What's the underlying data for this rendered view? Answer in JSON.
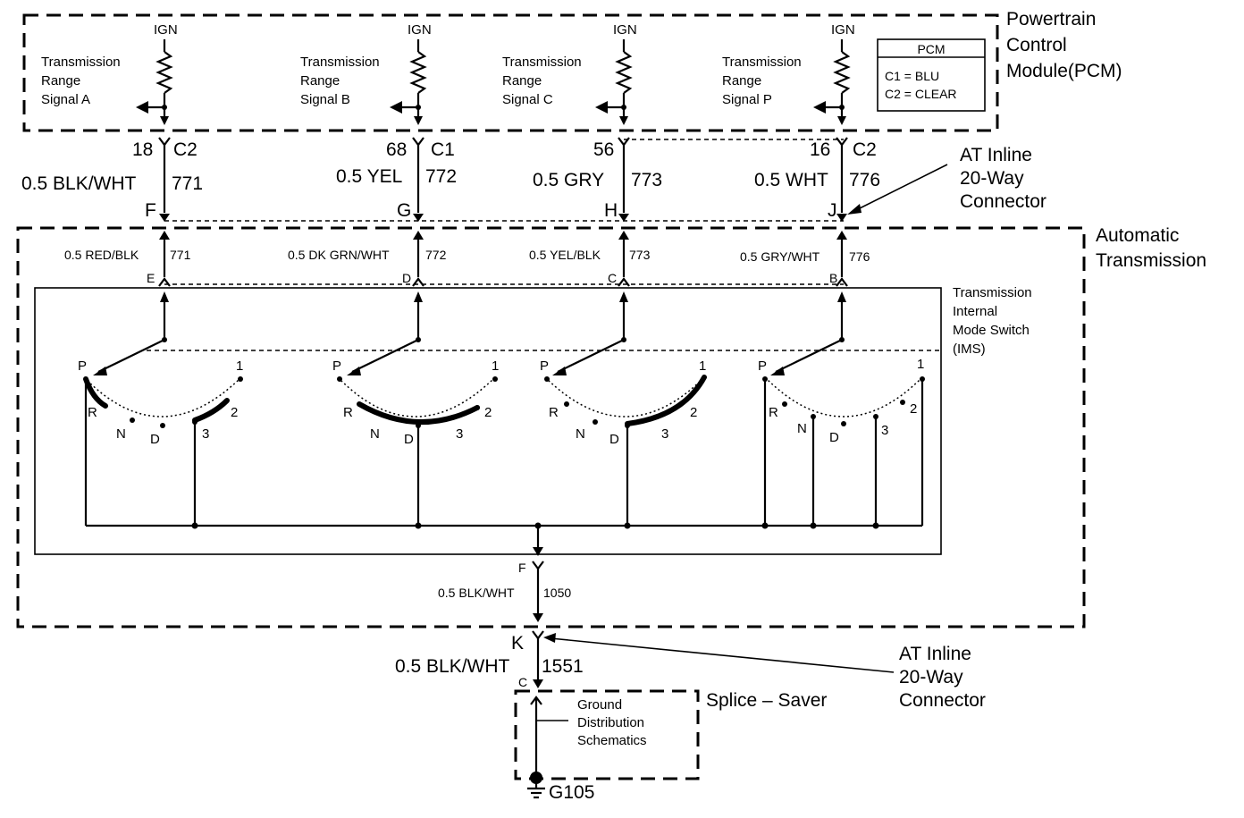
{
  "pcm": {
    "title_lines": [
      "Powertrain",
      "Control",
      "Module(PCM)"
    ],
    "box_title": "PCM",
    "box_lines": [
      "C1 = BLU",
      "C2 = CLEAR"
    ]
  },
  "ign_label": "IGN",
  "signals": [
    {
      "lines": [
        "Transmission",
        "Range",
        "Signal A"
      ]
    },
    {
      "lines": [
        "Transmission",
        "Range",
        "Signal B"
      ]
    },
    {
      "lines": [
        "Transmission",
        "Range",
        "Signal C"
      ]
    },
    {
      "lines": [
        "Transmission",
        "Range",
        "Signal P"
      ]
    }
  ],
  "pcm_pins": [
    {
      "pin": "18",
      "conn": "C2"
    },
    {
      "pin": "68",
      "conn": "C1"
    },
    {
      "pin": "56",
      "conn": ""
    },
    {
      "pin": "16",
      "conn": "C2"
    }
  ],
  "upper_wires": [
    {
      "color": "0.5 BLK/WHT",
      "circuit": "771"
    },
    {
      "color": "0.5 YEL",
      "circuit": "772"
    },
    {
      "color": "0.5 GRY",
      "circuit": "773"
    },
    {
      "color": "0.5 WHT",
      "circuit": "776"
    }
  ],
  "inline_pins_top": [
    "F",
    "G",
    "H",
    "J"
  ],
  "inline_connector_1": [
    "AT Inline",
    "20-Way",
    "Connector"
  ],
  "automatic_transmission": [
    "Automatic",
    "Transmission"
  ],
  "lower_wires": [
    {
      "color": "0.5 RED/BLK",
      "circuit": "771",
      "pin": "E"
    },
    {
      "color": "0.5 DK GRN/WHT",
      "circuit": "772",
      "pin": "D"
    },
    {
      "color": "0.5 YEL/BLK",
      "circuit": "773",
      "pin": "C"
    },
    {
      "color": "0.5 GRY/WHT",
      "circuit": "776",
      "pin": "B"
    }
  ],
  "ims_label": [
    "Transmission",
    "Internal",
    "Mode Switch",
    "(IMS)"
  ],
  "positions": {
    "P": "P",
    "R": "R",
    "N": "N",
    "D": "D",
    "three": "3",
    "two": "2",
    "one": "1"
  },
  "ground_wire_1": {
    "pin": "F",
    "color": "0.5 BLK/WHT",
    "circuit": "1050"
  },
  "ground_wire_2": {
    "pin": "K",
    "color": "0.5 BLK/WHT",
    "circuit": "1551",
    "bottom_pin": "C"
  },
  "inline_connector_2": [
    "AT Inline",
    "20-Way",
    "Connector"
  ],
  "splice_saver": "Splice – Saver",
  "ground_ref": [
    "Ground",
    "Distribution",
    "Schematics"
  ],
  "ground_id": "G105"
}
